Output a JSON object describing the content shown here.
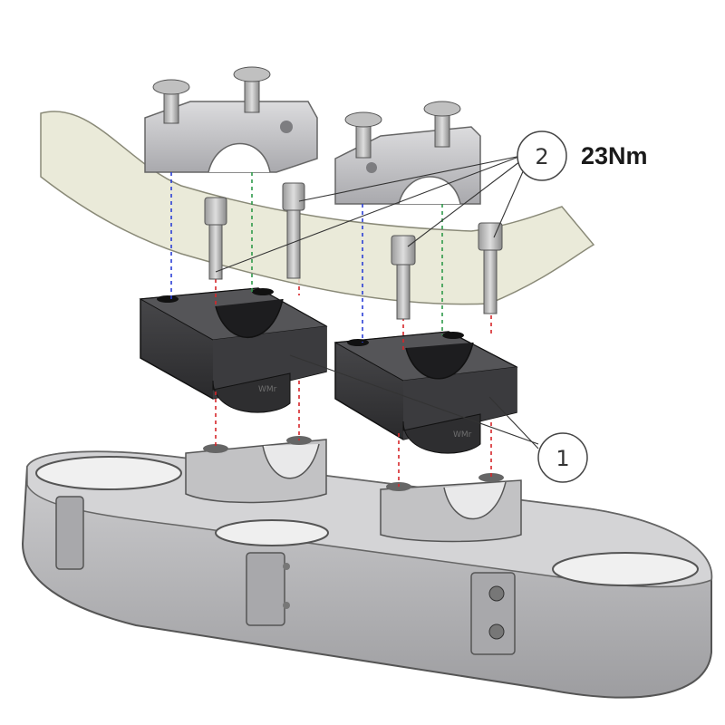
{
  "diagram": {
    "torque_label": "23Nm",
    "callouts": [
      {
        "number": "2"
      },
      {
        "number": "1"
      }
    ],
    "riser_logo_text": "WMr",
    "colors": {
      "clamp_gray": "#c9c9cb",
      "bar_translucent": "#e6e6d2",
      "riser_black": "#3a3a3c",
      "triple_clamp_gray": "#b9b9bb",
      "guide_blue": "#2b3fd6",
      "guide_green": "#2f9a4a",
      "guide_red": "#d6262a"
    },
    "icons": {
      "bolt": "socket-head-bolt-icon",
      "clamp": "handlebar-clamp-icon",
      "riser": "riser-block-icon",
      "triple": "triple-clamp-icon"
    }
  }
}
